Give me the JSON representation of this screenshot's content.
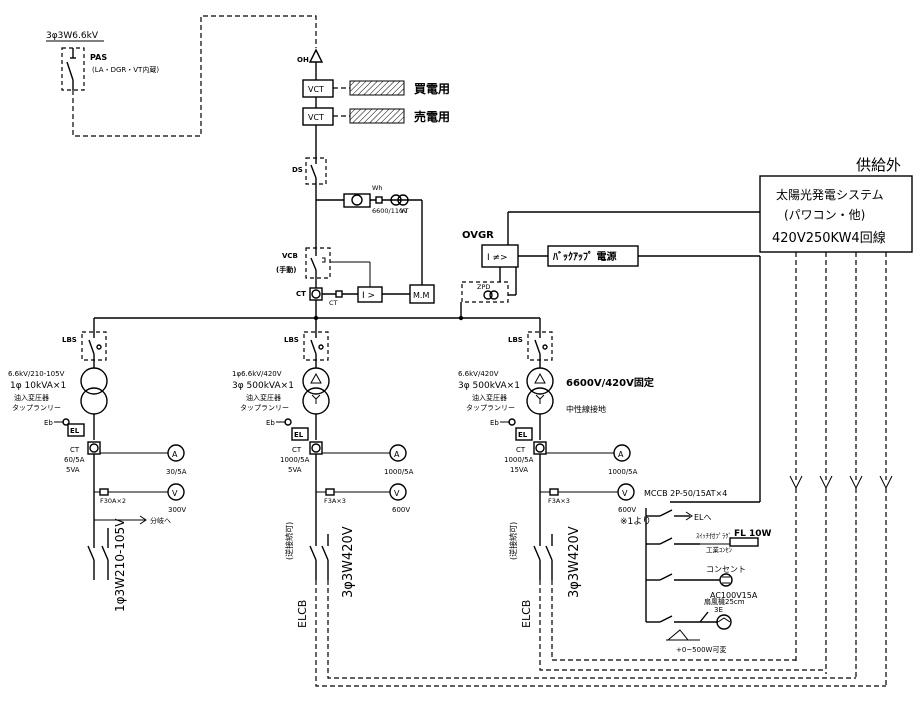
{
  "labels": {
    "supply": "3φ3W6.6kV",
    "pas": "PAS",
    "pas_note": "(LA・DGR・VT内蔵)",
    "oh": "OH",
    "vct": "VCT",
    "buy_label": "買電用",
    "sell_label": "売電用",
    "ds": "DS",
    "wh": "Wh",
    "vt_ratio": "6600/110V",
    "vt": "VT",
    "vcb": "VCB",
    "vcb_note": "(手動)",
    "ct": "CT",
    "ct_ratio": "CT",
    "ocr": "I >",
    "mm": "M.M",
    "ovgr": "OVGR",
    "ovgr_relay": "I ≠>",
    "zpd": "ZPD",
    "backup": "ﾊﾞｯｸｱｯﾌﾟ 電源",
    "supply_out": "供給外",
    "solar_title": "太陽光発電システム",
    "solar_sub": "(パワコン・他)",
    "solar_spec": "420V250KW4回線",
    "lbs": "LBS",
    "tr1_spec1": "6.6kV/210-105V",
    "tr1_spec2": "1φ 10kVA×1",
    "tr1_type": "油入変圧器",
    "tr1_tap": "タップランリー",
    "tr2_spec1": "1φ6.6kV/420V",
    "tr2_spec2": "3φ 500kVA×1",
    "tr2_type": "油入変圧器",
    "tr2_tap": "タップランリー",
    "tr3_spec1": "6.6kV/420V",
    "tr3_spec2": "3φ 500kVA×1",
    "tr3_type": "油入変圧器",
    "tr3_tap": "タップランリー",
    "tr3_note1": "6600V/420V固定",
    "tr3_note2": "中性線接地",
    "eb": "Eb",
    "el": "EL",
    "ct1": "CT",
    "ct1_ratio": "60/5A",
    "ct1_va": "5VA",
    "ct2": "CT",
    "ct2_ratio": "1000/5A",
    "ct2_va": "5VA",
    "ct3": "CT",
    "ct3_ratio": "1000/5A",
    "ct3_va": "15VA",
    "amm": "A",
    "am1": "30/5A",
    "am2": "1000/5A",
    "am3": "1000/5A",
    "vm": "V",
    "vm1": "300V",
    "vm2": "600V",
    "vm3": "600V",
    "fuse1": "F30A×2",
    "fuse2": "F3A×3",
    "fuse3": "F3A×3",
    "branch1": "分岐へ",
    "out1": "1φ3W210-105V",
    "out2": "3φ3W420V",
    "out3": "3φ3W420V",
    "elcb": "ELCB",
    "elcb_note": "(逆接続可)",
    "mccb": "MCCB 2P-50/15AT×4",
    "from1": "※1より",
    "el_to": "ELへ",
    "fl": "FL 10W",
    "fl_sw": "ｽｲｯﾁ付ﾌﾟﾗｸﾞ",
    "fl_note": "工業ｺﾝｾﾝ",
    "outlet": "コンセント",
    "outlet_spec": "AC100V15A",
    "fan": "扇風機25cm",
    "fan_spec": "3E",
    "heater": "+0~500W可変"
  }
}
